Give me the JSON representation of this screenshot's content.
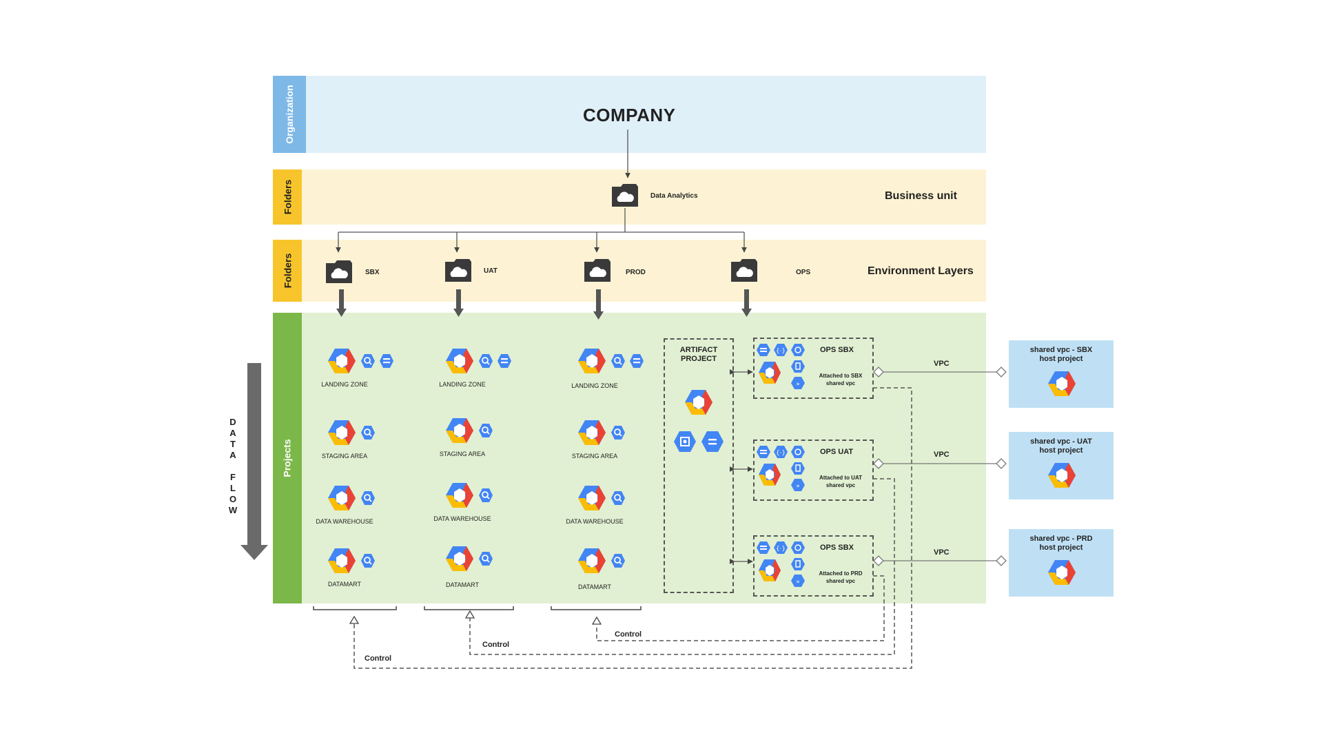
{
  "organization": {
    "side_label": "Organization",
    "title": "COMPANY"
  },
  "business": {
    "side_label": "Folders",
    "folder": "Data Analytics",
    "title": "Business unit"
  },
  "environments": {
    "side_label": "Folders",
    "title": "Environment Layers",
    "folders": [
      "SBX",
      "UAT",
      "PROD",
      "OPS"
    ]
  },
  "projects": {
    "side_label": "Projects",
    "data_flow": [
      "D",
      "A",
      "T",
      "A",
      "",
      "F",
      "L",
      "O",
      "W"
    ],
    "stages": [
      "LANDING ZONE",
      "STAGING AREA",
      "DATA WAREHOUSE",
      "DATAMART"
    ],
    "artifact": "ARTIFACT PROJECT",
    "ops": [
      {
        "title": "OPS SBX",
        "attached": "Attached to SBX shared vpc"
      },
      {
        "title": "OPS UAT",
        "attached": "Attached to UAT shared vpc"
      },
      {
        "title": "OPS SBX",
        "attached": "Attached to PRD shared vpc"
      }
    ]
  },
  "vpc_label": "VPC",
  "hosts": [
    "shared vpc - SBX host project",
    "shared vpc - UAT host project",
    "shared vpc - PRD host project"
  ],
  "control_label": "Control",
  "colors": {
    "org_band": "#dff0f9",
    "org_side": "#7eb8e6",
    "folder_band": "#fdf3d4",
    "folder_side": "#f7c52b",
    "project_band": "#e1f0d2",
    "project_side": "#7cb749",
    "host_box": "#bfe0f4",
    "icon_blue": "#4285f4"
  }
}
